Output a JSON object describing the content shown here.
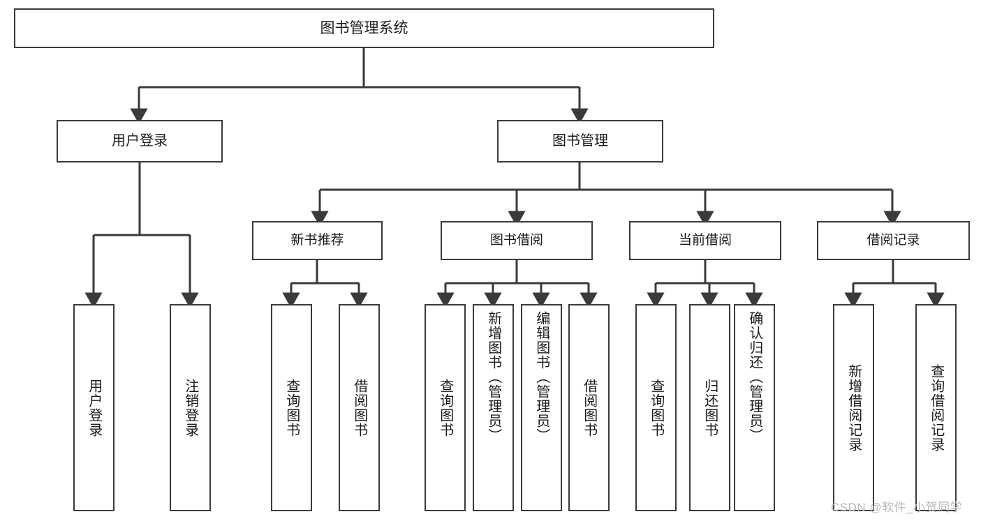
{
  "diagram": {
    "title": "图书管理系统",
    "type": "tree-hierarchy",
    "watermark": "CSDN @软件_小贺同学",
    "colors": {
      "box_border": "#3a3a3a",
      "box_fill": "#ffffff",
      "edge": "#3a3a3a",
      "text": "#1a1a1a",
      "watermark": "#b9b9b9",
      "background": "#ffffff"
    },
    "root": {
      "label": "图书管理系统"
    },
    "level1": [
      {
        "label": "用户登录"
      },
      {
        "label": "图书管理"
      }
    ],
    "level2": [
      {
        "label": "新书推荐"
      },
      {
        "label": "图书借阅"
      },
      {
        "label": "当前借阅"
      },
      {
        "label": "借阅记录"
      }
    ],
    "leaves": {
      "user_login": [
        {
          "label": "用户登录"
        },
        {
          "label": "注销登录"
        }
      ],
      "new_book_recommend": [
        {
          "label": "查询图书"
        },
        {
          "label": "借阅图书"
        }
      ],
      "book_borrow": [
        {
          "label": "查询图书"
        },
        {
          "label": "新增图书（管理员）"
        },
        {
          "label": "编辑图书（管理员）"
        },
        {
          "label": "借阅图书"
        }
      ],
      "current_borrow": [
        {
          "label": "查询图书"
        },
        {
          "label": "归还图书"
        },
        {
          "label": "确认归还（管理员）"
        }
      ],
      "borrow_record": [
        {
          "label": "新增借阅记录"
        },
        {
          "label": "查询借阅记录"
        }
      ]
    }
  }
}
